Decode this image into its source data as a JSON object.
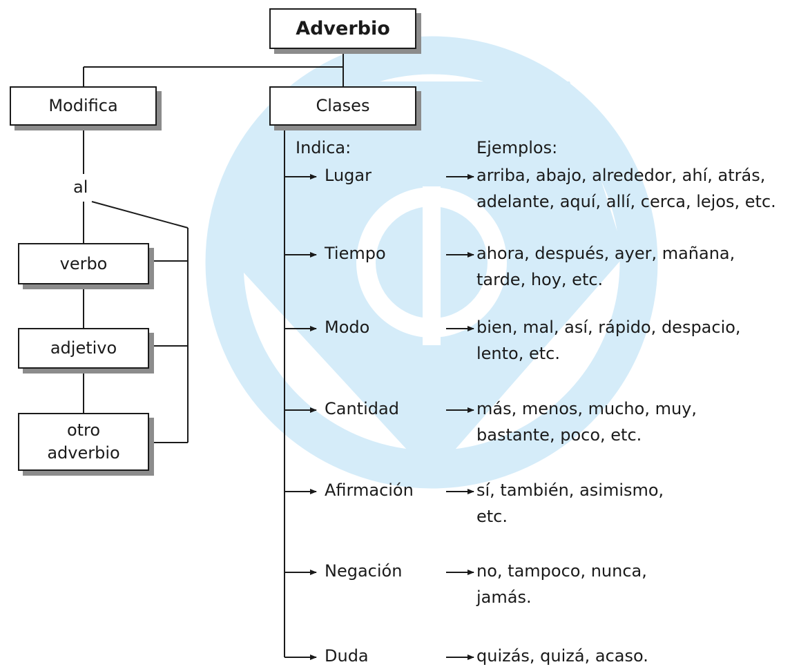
{
  "title": "Adverbio",
  "modifica": {
    "label": "Modifica",
    "connector": "al",
    "targets": [
      "verbo",
      "adjetivo",
      "otro adverbio"
    ]
  },
  "clases": {
    "label": "Clases",
    "indica_header": "Indica:",
    "ejemplos_header": "Ejemplos:",
    "items": [
      {
        "name": "Lugar",
        "lines": [
          "arriba, abajo, alrededor, ahí, atrás,",
          "adelante, aquí, allí, cerca, lejos, etc."
        ]
      },
      {
        "name": "Tiempo",
        "lines": [
          "ahora, después, ayer, mañana,",
          "tarde, hoy, etc."
        ]
      },
      {
        "name": "Modo",
        "lines": [
          "bien, mal, así, rápido, despacio,",
          "lento, etc."
        ]
      },
      {
        "name": "Cantidad",
        "lines": [
          "más, menos, mucho, muy,",
          "bastante, poco, etc."
        ]
      },
      {
        "name": "Afirmación",
        "lines": [
          "sí, también, asimismo,",
          "etc."
        ]
      },
      {
        "name": "Negación",
        "lines": [
          "no, tampoco, nunca,",
          "jamás."
        ]
      },
      {
        "name": "Duda",
        "lines": [
          "quizás, quizá, acaso."
        ]
      }
    ]
  },
  "colors": {
    "watermark": "#d5ecf9",
    "line": "#1a1a1a",
    "shadow": "#8c8c8c"
  }
}
